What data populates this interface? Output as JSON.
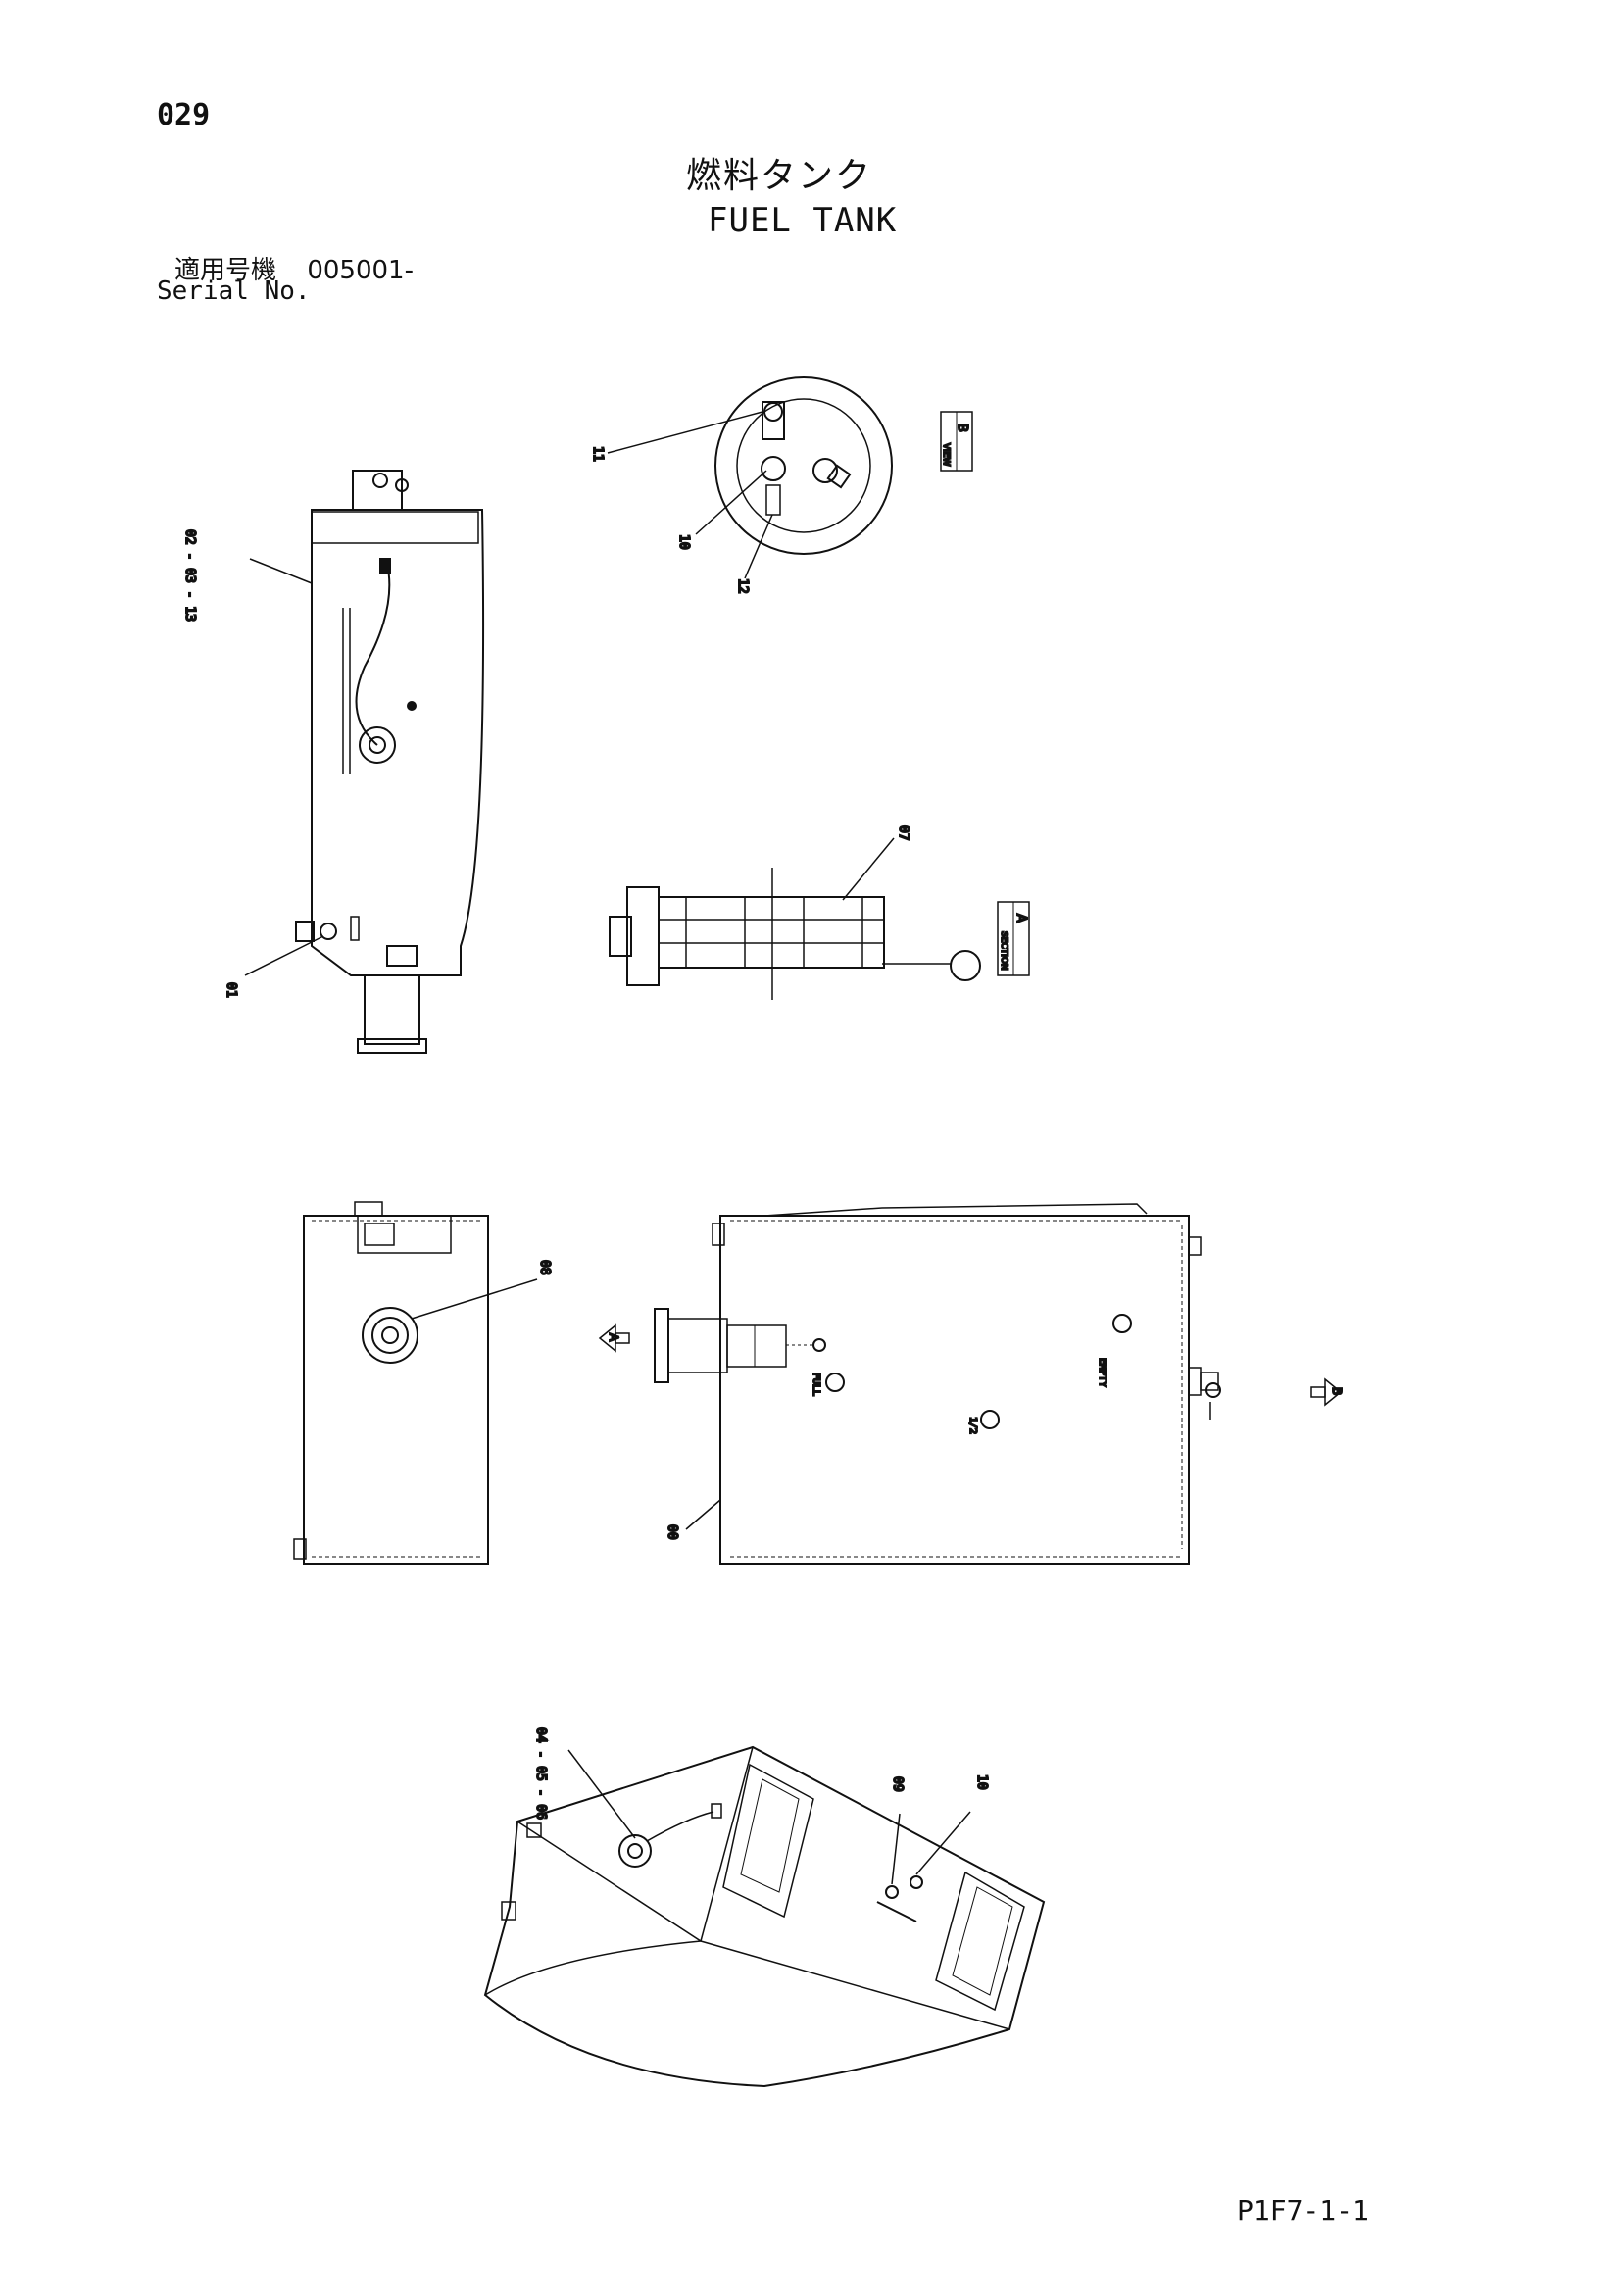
{
  "header": {
    "page_number": "029",
    "title_jp": "燃料タンク",
    "title_en": "FUEL TANK",
    "serial_label_jp": "適用号機",
    "serial_value": "005001-",
    "serial_label_en": "Serial No."
  },
  "callouts": {
    "side_view": [
      "02 - 03 - 13",
      "01"
    ],
    "view_b": [
      "11",
      "10",
      "12"
    ],
    "view_b_tag": "B",
    "view_b_tag_sub": "VIEW",
    "section_a": [
      "07"
    ],
    "section_a_tag": "A",
    "section_a_tag_sub": "SECTION",
    "end_view": [
      "08"
    ],
    "front_view": [
      "00"
    ],
    "level_marks": [
      "FULL",
      "1/2",
      "EMPTY"
    ],
    "arrow_a": "A",
    "arrow_b": "B",
    "iso_view": [
      "04 - 05 - 06",
      "09",
      "10"
    ]
  },
  "footer": {
    "code": "P1F7-1-1"
  }
}
